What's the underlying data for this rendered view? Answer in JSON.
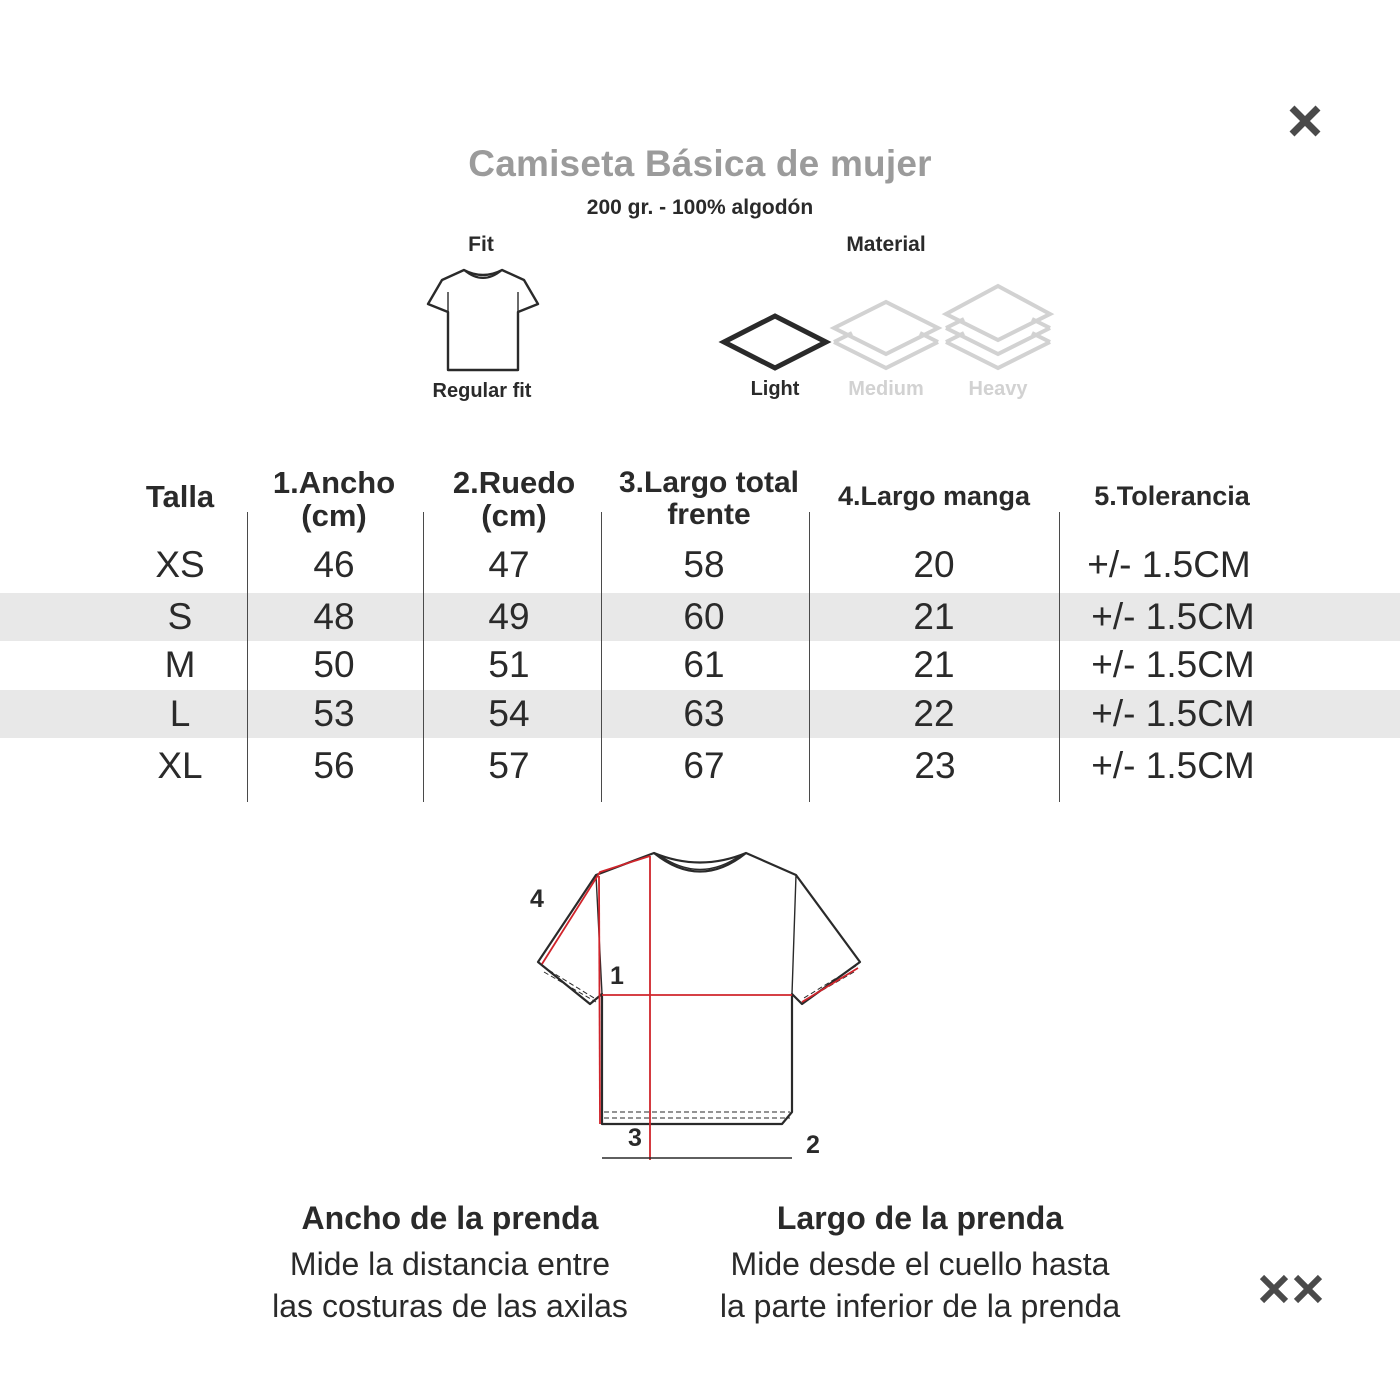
{
  "header": {
    "title": "Camiseta Básica de mujer",
    "subtitle": "200 gr. - 100% algodón"
  },
  "fit": {
    "label": "Fit",
    "caption": "Regular fit",
    "icon": "tshirt-icon"
  },
  "material": {
    "label": "Material",
    "options": [
      {
        "label": "Light",
        "active": true
      },
      {
        "label": "Medium",
        "active": false
      },
      {
        "label": "Heavy",
        "active": false
      }
    ],
    "active_color": "#2a2a2a",
    "inactive_color": "#d2d2d2"
  },
  "size_table": {
    "headers": [
      [
        "Talla"
      ],
      [
        "1.Ancho",
        "(cm)"
      ],
      [
        "2.Ruedo",
        "(cm)"
      ],
      [
        "3.Largo total",
        "frente"
      ],
      [
        "4.Largo manga"
      ],
      [
        "5.Tolerancia"
      ]
    ],
    "rows": [
      [
        "XS",
        "46",
        "47",
        "58",
        "20",
        "+/- 1.5CM"
      ],
      [
        "S",
        "48",
        "49",
        "60",
        "21",
        "+/- 1.5CM"
      ],
      [
        "M",
        "50",
        "51",
        "61",
        "21",
        "+/- 1.5CM"
      ],
      [
        "L",
        "53",
        "54",
        "63",
        "22",
        "+/- 1.5CM"
      ],
      [
        "XL",
        "56",
        "57",
        "67",
        "23",
        "+/- 1.5CM"
      ]
    ],
    "band_color": "#e8e8e8"
  },
  "diagram": {
    "markers": [
      "4",
      "1",
      "3",
      "2"
    ],
    "measure_color": "#d0242b"
  },
  "instructions": {
    "width": {
      "title": "Ancho de la prenda",
      "line1": "Mide la distancia entre",
      "line2": "las costuras de las axilas"
    },
    "length": {
      "title": "Largo de la prenda",
      "line1": "Mide desde el cuello hasta",
      "line2": "la parte inferior de la prenda"
    }
  },
  "icons": {
    "close": "close-icon",
    "logo": "xx-logo-icon"
  }
}
